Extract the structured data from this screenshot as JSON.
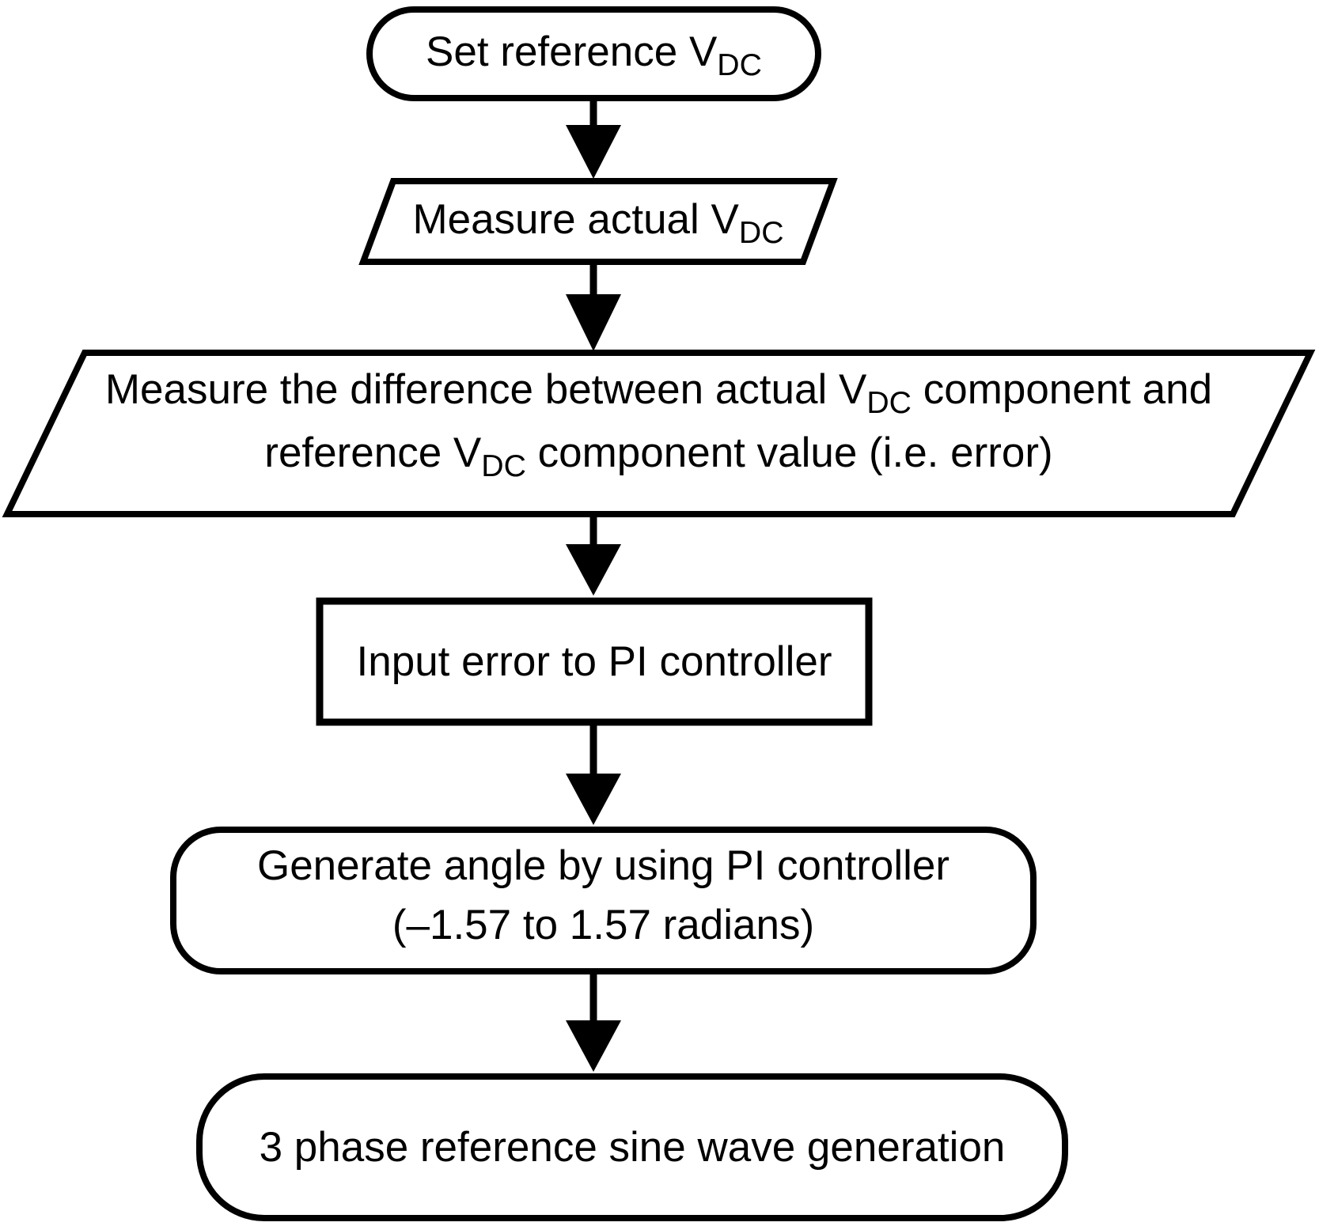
{
  "figure": {
    "type": "flowchart",
    "colors": {
      "ink": "#000000",
      "paper": "#ffffff"
    },
    "nodes": {
      "set_reference": {
        "shape": "terminator-stadium",
        "label": "Set reference V",
        "label_sub": "DC"
      },
      "measure_actual": {
        "shape": "io-parallelogram",
        "label": "Measure actual V",
        "label_sub": "DC"
      },
      "measure_difference": {
        "shape": "io-parallelogram",
        "line1": {
          "part1": "Measure the difference between actual V",
          "sub": "DC",
          "part2": " component and"
        },
        "line2": {
          "part1": "reference V",
          "sub": "DC",
          "part2": " component value (i.e. error)"
        }
      },
      "input_error": {
        "shape": "process-rectangle",
        "label": "Input error to PI controller"
      },
      "generate_angle": {
        "shape": "rounded-rectangle",
        "line1": "Generate angle by using PI controller",
        "line2": "(–1.57 to 1.57 radians)"
      },
      "sine_wave": {
        "shape": "rounded-rectangle",
        "label": "3 phase reference sine wave generation"
      }
    },
    "edges": [
      {
        "from": "set_reference",
        "to": "measure_actual"
      },
      {
        "from": "measure_actual",
        "to": "measure_difference"
      },
      {
        "from": "measure_difference",
        "to": "input_error"
      },
      {
        "from": "input_error",
        "to": "generate_angle"
      },
      {
        "from": "generate_angle",
        "to": "sine_wave"
      }
    ]
  }
}
